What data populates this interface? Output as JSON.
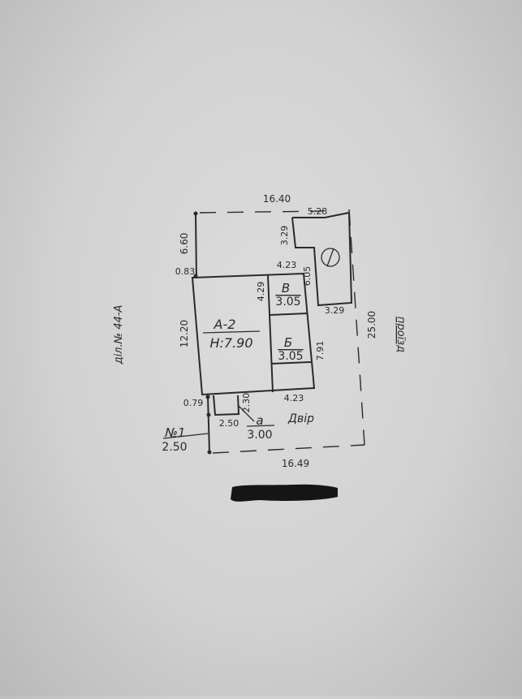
{
  "plot": {
    "parcel_label": "діл.№ 44-А",
    "road_label": "проїзд",
    "yard_label": "Двір",
    "north_marker": "І"
  },
  "building_main": {
    "name": "А-2",
    "height": "Н:7.90"
  },
  "rooms": {
    "b": {
      "name": "В",
      "value": "3.05"
    },
    "v": {
      "name": "Б",
      "value": "3.05"
    },
    "a": {
      "name": "а",
      "value": "3.00"
    }
  },
  "fence": {
    "name": "№1",
    "value": "2.50"
  },
  "dimensions": {
    "top_total": "16.40",
    "bottom_total": "16.49",
    "right_total": "25.00",
    "top_right": "5.28",
    "shed_vertical": "3.29",
    "shed_bottom": "3.29",
    "shed_height": "6.05",
    "left_upper": "6.60",
    "left_offset_top": "0.83",
    "building_height": "12.20",
    "building_top_right": "4.23",
    "room_b_height": "4.29",
    "room_v_height": "7.91",
    "building_bottom_right": "4.23",
    "left_offset_bottom": "0.79",
    "porch_height": "2.30",
    "porch_width": "2.50"
  },
  "colors": {
    "ink": "#2a2a2a",
    "paper": "#d6d6d6",
    "redaction": "#151515"
  }
}
